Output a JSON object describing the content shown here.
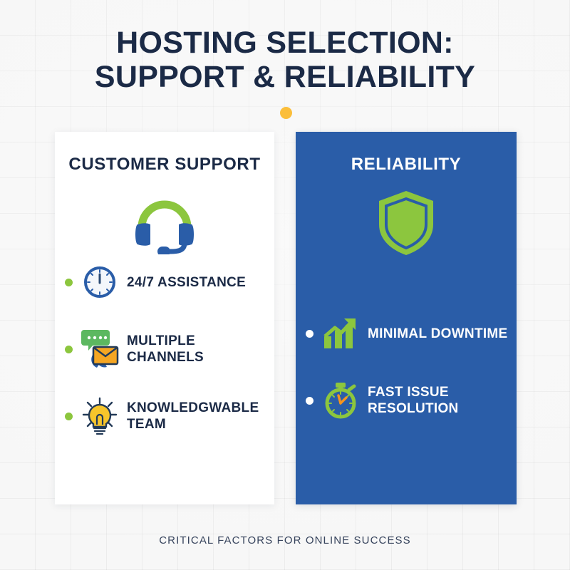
{
  "poster": {
    "title_line1": "HOSTING SELECTION:",
    "title_line2": "SUPPORT & RELIABILITY",
    "footer": "CRITICAL FACTORS FOR ONLINE SUCCESS",
    "colors": {
      "background": "#f7f7f7",
      "title": "#1b2a46",
      "accent_dot": "#fbbe3a",
      "blue": "#2a5da8",
      "green": "#8cc63e",
      "yellow": "#f7b733",
      "white": "#ffffff"
    }
  },
  "cards": [
    {
      "title": "CUSTOMER SUPPORT",
      "hero_icon": "headset-icon",
      "items": [
        {
          "label": "24/7 ASSISTANCE",
          "icon": "clock-icon"
        },
        {
          "label": "MULTIPLE CHANNELS",
          "icon": "chat-envelope-phone-icon"
        },
        {
          "label": "KNOWLEDGWABLE TEAM",
          "icon": "lightbulb-icon"
        }
      ]
    },
    {
      "title": "RELIABILITY",
      "hero_icon": "shield-icon",
      "items": [
        {
          "label": "MINIMAL DOWNTIME",
          "icon": "growth-chart-icon"
        },
        {
          "label": "FAST ISSUE RESOLUTION",
          "icon": "stopwatch-icon"
        }
      ]
    }
  ]
}
